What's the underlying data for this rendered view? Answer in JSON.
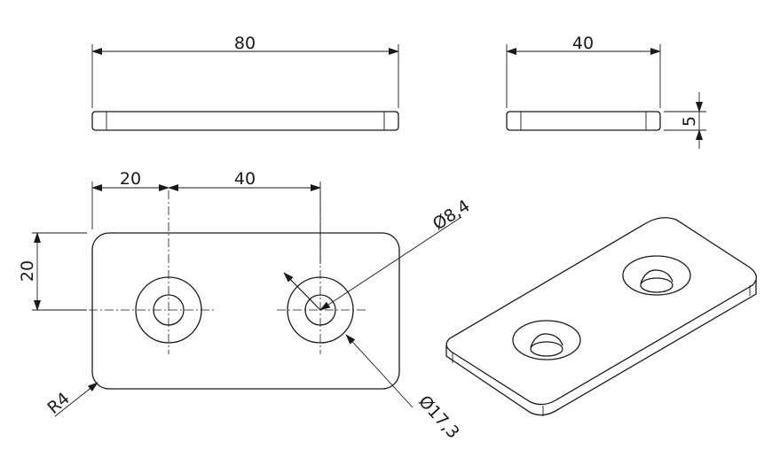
{
  "drawing": {
    "units": "mm",
    "top_view": {
      "width_dim": "80"
    },
    "side_view": {
      "width_dim": "40",
      "thickness_dim": "5"
    },
    "front_view": {
      "hole1_pos_dim": "20",
      "hole_spacing_dim": "40",
      "vertical_pos_dim": "20",
      "hole_diameter": "Ø8,4",
      "countersink_diameter": "Ø17,3",
      "corner_radius": "R4"
    }
  }
}
